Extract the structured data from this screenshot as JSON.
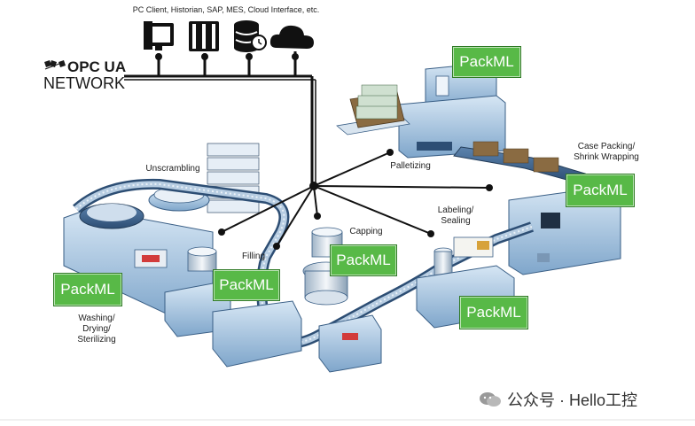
{
  "header": {
    "caption": "PC Client, Historian, SAP, MES, Cloud Interface, etc."
  },
  "logo": {
    "brand": "OPC UA",
    "subtitle": "NETWORK"
  },
  "stations": {
    "unscrambling": "Unscrambling",
    "palletizing": "Palletizing",
    "case_packing": "Case Packing/\nShrink Wrapping",
    "labeling": "Labeling/\nSealing",
    "capping": "Capping",
    "filling": "Filling",
    "washing": "Washing/\nDrying/\nSterilizing"
  },
  "packml_label": "PackML",
  "watermark": {
    "text": "公众号 · Hello工控"
  },
  "colors": {
    "packml_green": "#58b947",
    "machine_blue": "#a8c8e4",
    "machine_dark": "#3a5f86",
    "network_line": "#111111"
  }
}
